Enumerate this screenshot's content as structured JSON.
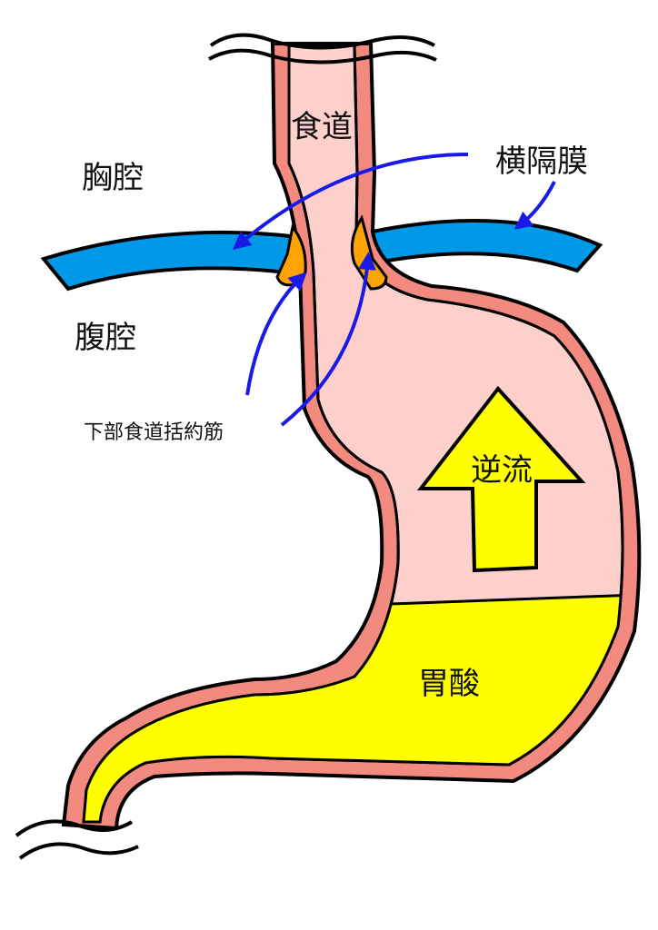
{
  "labels": {
    "esophagus": "食道",
    "thoracic_cavity": "胸腔",
    "diaphragm": "横隔膜",
    "abdominal_cavity": "腹腔",
    "les": "下部食道括約筋",
    "reflux": "逆流",
    "gastric_acid": "胃酸"
  },
  "colors": {
    "wall": "#f28a7f",
    "interior": "#fdd0cc",
    "acid": "#ffff00",
    "diaphragm": "#0099e8",
    "sphincter": "#ffa300",
    "pointer": "#1a1ae8"
  }
}
